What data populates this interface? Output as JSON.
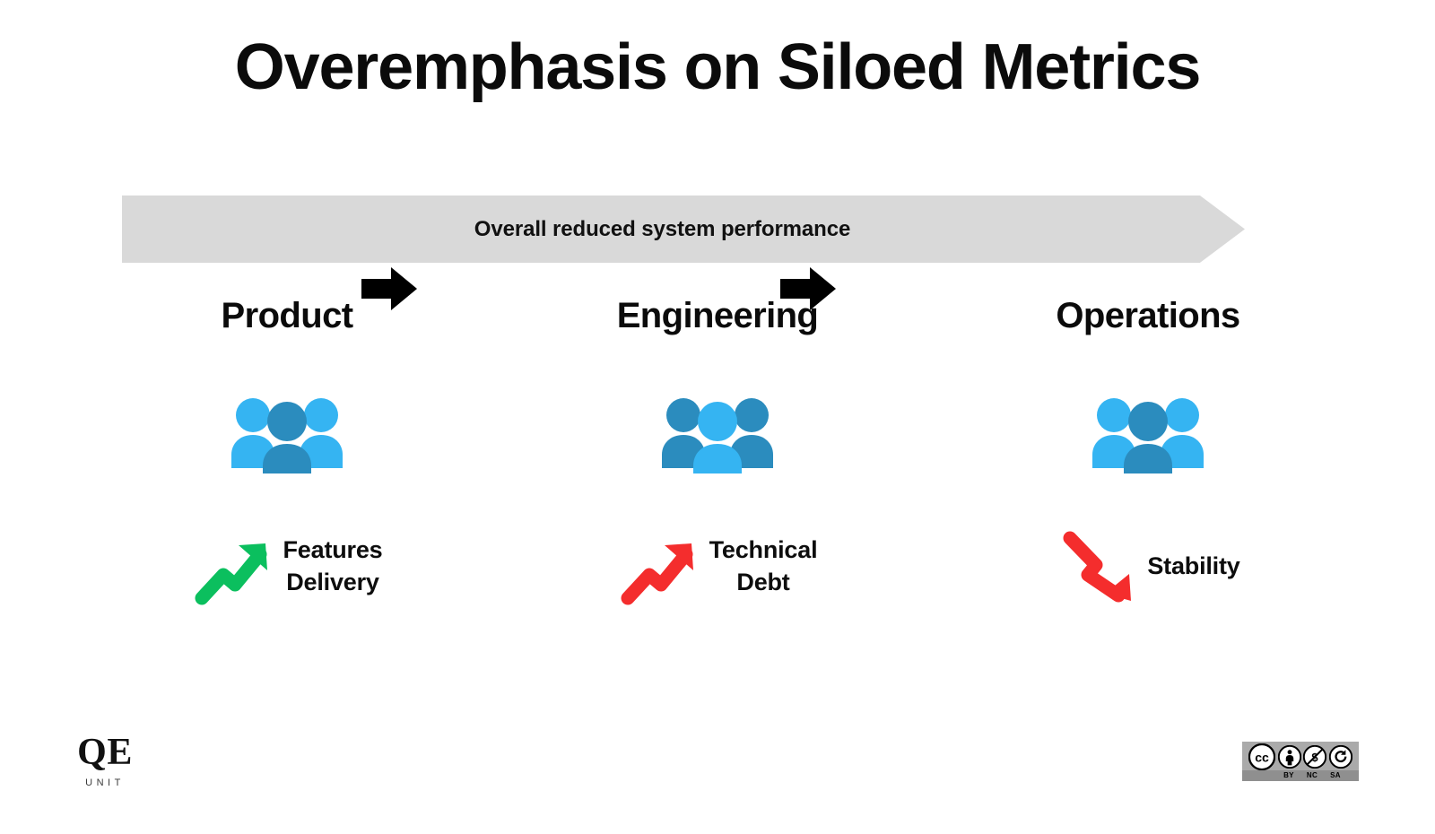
{
  "slide": {
    "title": "Overemphasis on Siloed Metrics",
    "background_color": "#ffffff"
  },
  "banner": {
    "label": "Overall reduced system performance",
    "fill_color": "#d9d9d9",
    "text_color": "#111111",
    "icon": "right-chevron-banner"
  },
  "columns": [
    {
      "title": "Product",
      "people_icon": "people-group-icon",
      "people_front_color": "#2b8cbe",
      "people_back_color": "#35b4f2",
      "trend_icon": "trend-up-arrow-icon",
      "trend_color": "#0bbf5e",
      "metric_label": "Features\nDelivery"
    },
    {
      "title": "Engineering",
      "people_icon": "people-group-icon",
      "people_front_color": "#35b4f2",
      "people_back_color": "#2b8cbe",
      "trend_icon": "trend-up-arrow-icon",
      "trend_color": "#f42d2d",
      "metric_label": "Technical\nDebt"
    },
    {
      "title": "Operations",
      "people_icon": "people-group-icon",
      "people_front_color": "#2b8cbe",
      "people_back_color": "#35b4f2",
      "trend_icon": "trend-down-arrow-icon",
      "trend_color": "#f42d2d",
      "metric_label": "Stability"
    }
  ],
  "flow_arrows": [
    {
      "icon": "black-right-arrow-icon",
      "color": "#000000"
    },
    {
      "icon": "black-right-arrow-icon",
      "color": "#000000"
    }
  ],
  "logo": {
    "mark": "QE",
    "wordmark": "UNIT"
  },
  "license_badge": {
    "name": "creative-commons-by-nc-sa-badge",
    "icons": [
      "cc-icon",
      "by-person-icon",
      "nc-crossed-dollar-icon",
      "sa-share-alike-icon"
    ],
    "labels": [
      "BY",
      "NC",
      "SA"
    ],
    "background_color": "#aaaaaa"
  }
}
